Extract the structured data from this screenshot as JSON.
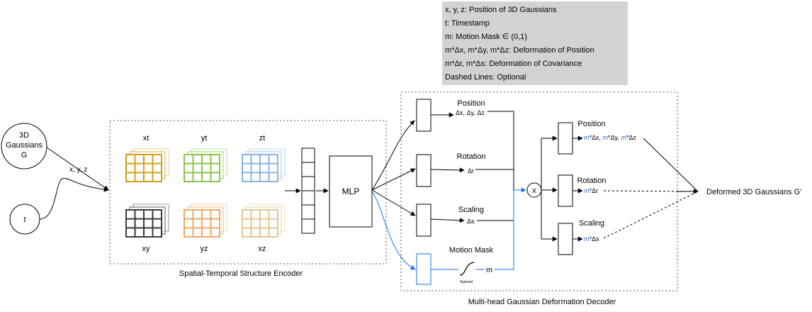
{
  "legend": {
    "lines": [
      "x, y, z: Position of 3D Gaussians",
      "t: Timestamp",
      "m: Motion Mask ∈ (0,1)",
      "m*Δx, m*Δy, m*Δz: Deformation of Position",
      "m*Δr, m*Δs: Deformation of Covariance",
      "Dashed Lines: Optional"
    ],
    "background": "#d3d3d3"
  },
  "inputs": {
    "gaussians": [
      "3D",
      "Gaussians",
      "G"
    ],
    "timestamp": "t",
    "xyz_label": "x, y, z"
  },
  "encoder": {
    "title": "Spatial-Temporal Structure Encoder",
    "planes": [
      {
        "label": "xt",
        "color": "#d4a017"
      },
      {
        "label": "yt",
        "color": "#8bc34a"
      },
      {
        "label": "zt",
        "color": "#8ab4e0"
      },
      {
        "label": "xy",
        "color": "#3a3a3a"
      },
      {
        "label": "yz",
        "color": "#f0a868"
      },
      {
        "label": "xz",
        "color": "#e0c890"
      }
    ]
  },
  "mlp_label": "MLP",
  "decoder": {
    "title": "Multi-head Gaussian Deformation Decoder",
    "heads": [
      {
        "name": "Position",
        "out": "Δx, Δy, Δz"
      },
      {
        "name": "Rotation",
        "out": "Δr"
      },
      {
        "name": "Scaling",
        "out": "Δs"
      },
      {
        "name": "Motion Mask",
        "out": "m",
        "sigmoid_label": "Sigmoid"
      }
    ],
    "multiply": "x",
    "outputs": [
      {
        "name": "Position",
        "parts": [
          "m",
          "*Δx, ",
          "m",
          "*Δy, ",
          "m",
          "*Δz"
        ]
      },
      {
        "name": "Rotation",
        "parts": [
          "m",
          "*Δr"
        ]
      },
      {
        "name": "Scaling",
        "parts": [
          "m",
          "*Δs"
        ]
      }
    ]
  },
  "result": "Deformed 3D Gaussians G'",
  "colors": {
    "accent": "#1a73e8",
    "line": "#000000"
  }
}
